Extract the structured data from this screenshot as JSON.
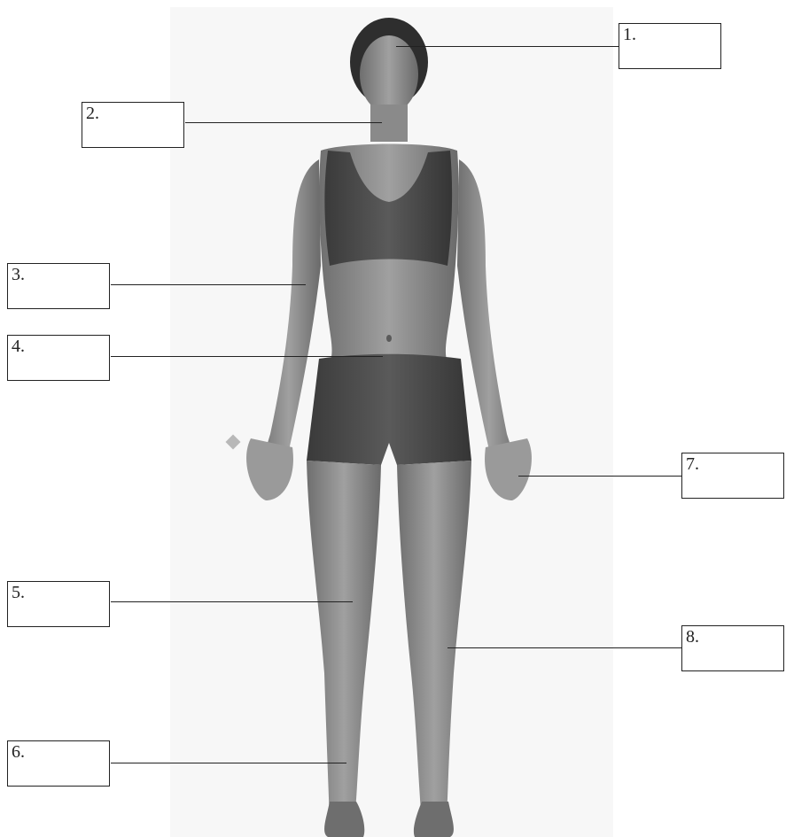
{
  "labels": [
    {
      "num": "1."
    },
    {
      "num": "2."
    },
    {
      "num": "3."
    },
    {
      "num": "4."
    },
    {
      "num": "5."
    },
    {
      "num": "6."
    },
    {
      "num": "7."
    },
    {
      "num": "8."
    }
  ]
}
